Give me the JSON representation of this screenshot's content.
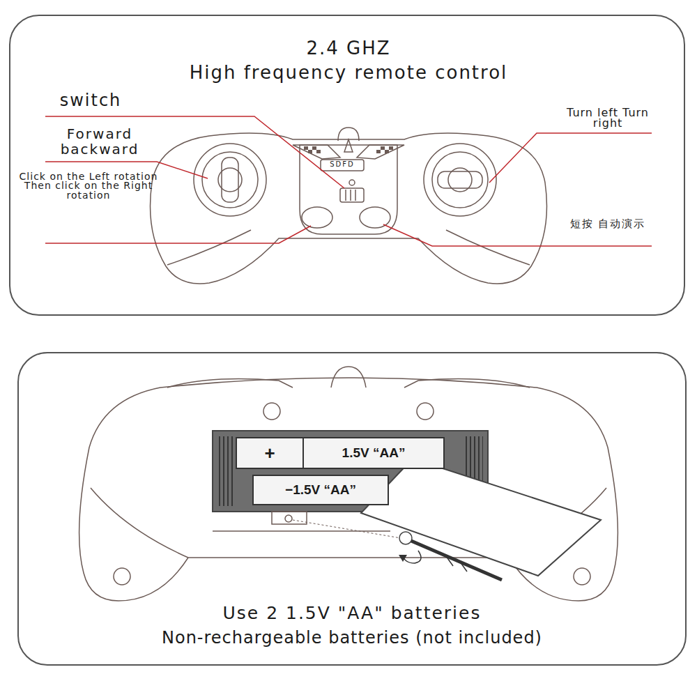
{
  "diagram": {
    "title": "2.4 GHZ",
    "nodes": [
      {
        "text": [
          "+",
          "1.5V “AA”"
        ]
      },
      {
        "text": [
          "−1.5V “AA”"
        ]
      }
    ],
    "labels": [
      "High frequency remote control",
      "switch",
      "Forward backward",
      "Click on the Left rotation Then click on the Right rotation",
      "Turn left Turn right",
      "短按 自动演示",
      "SDFD",
      "Use 2 1.5V \"AA\" batteries",
      "Non-rechargeable batteries (not included)"
    ]
  }
}
